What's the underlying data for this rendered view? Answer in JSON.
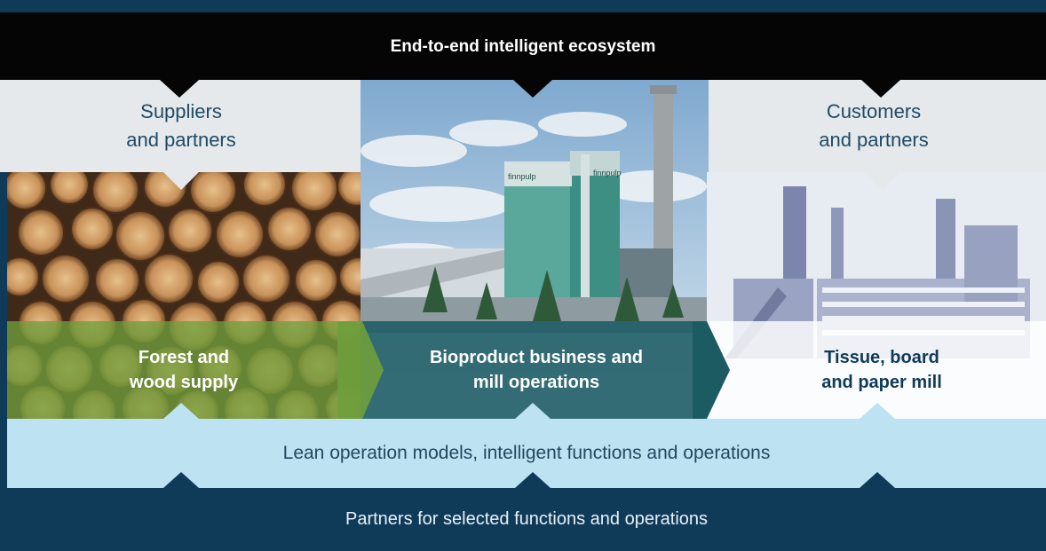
{
  "top_band": {
    "title": "End-to-end intelligent ecosystem"
  },
  "suppliers": {
    "line1": "Suppliers",
    "line2": "and partners"
  },
  "customers": {
    "line1": "Customers",
    "line2": "and partners"
  },
  "segments": {
    "forest": {
      "line1": "Forest and",
      "line2": "wood supply"
    },
    "bioproduct": {
      "line1": "Bioproduct business and",
      "line2": "mill operations"
    },
    "tissue": {
      "line1": "Tissue, board",
      "line2": "and paper mill"
    }
  },
  "mill_sign": "finnpulp",
  "bottom_light": {
    "text": "Lean operation models, intelligent functions and operations"
  },
  "bottom_dark": {
    "text": "Partners for selected functions and operations"
  },
  "colors": {
    "top_band": "#050505",
    "side_panel": "#e6e9eb",
    "forest_overlay": "#6f9e3c",
    "bio_overlay": "#1d5b63",
    "tissue_overlay": "#ffffff",
    "light_band": "#bde2f2",
    "dark_band": "#0f3b58",
    "text_blue": "#1e4a66"
  }
}
